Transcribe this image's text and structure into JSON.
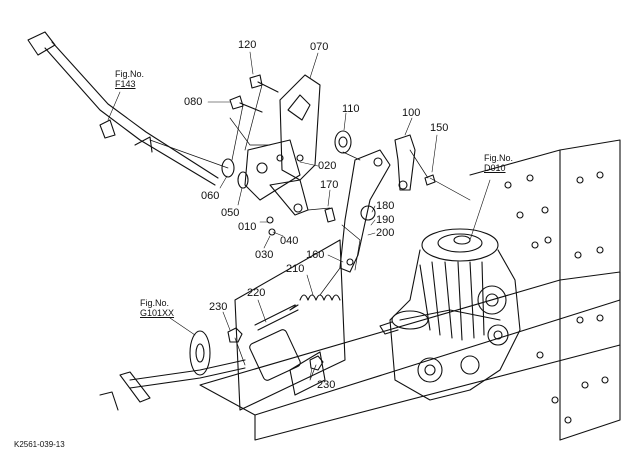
{
  "callouts": {
    "p120": "120",
    "p070": "070",
    "p080": "080",
    "p110": "110",
    "p100": "100",
    "p150": "150",
    "p020": "020",
    "p170": "170",
    "p060": "060",
    "p050": "050",
    "p010": "010",
    "p040": "040",
    "p180": "180",
    "p190": "190",
    "p200": "200",
    "p030": "030",
    "p160": "160",
    "p210": "210",
    "p220": "220",
    "p230a": "230",
    "p230b": "230"
  },
  "figure_refs": {
    "f143": {
      "label": "Fig.No.",
      "number": "F143"
    },
    "d010": {
      "label": "Fig.No.",
      "number": "D010"
    },
    "g101": {
      "label": "Fig.No.",
      "number": "G101XX"
    }
  },
  "footer_code": "K2561-039-13"
}
